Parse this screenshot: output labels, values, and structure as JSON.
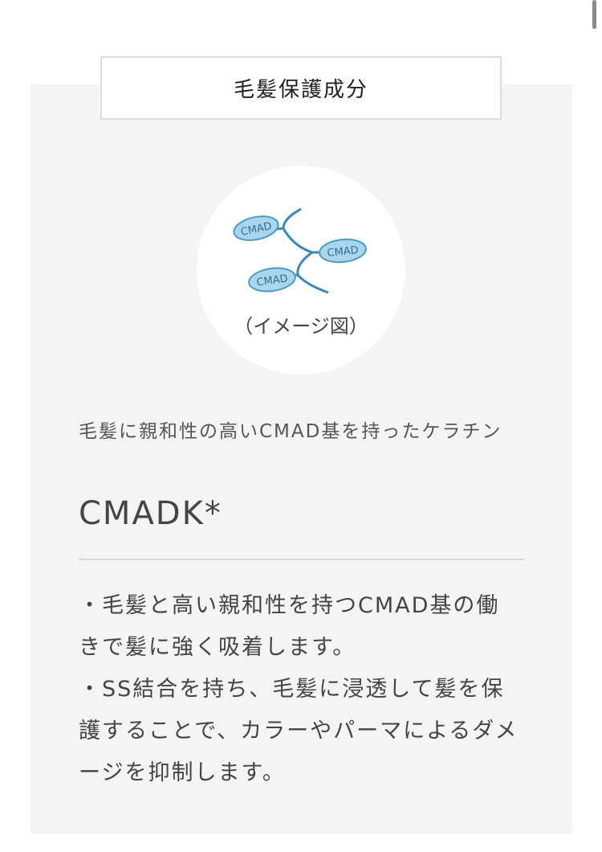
{
  "section": {
    "heading": "毛髪保護成分"
  },
  "illustration": {
    "molecule_labels": [
      "CMAD",
      "CMAD",
      "CMAD"
    ],
    "caption": "（イメージ図）"
  },
  "ingredient": {
    "lead": "毛髪に親和性の高いCMAD基を持ったケラチン",
    "name": "CMADK*"
  },
  "description": {
    "points": [
      "・毛髪と高い親和性を持つCMAD基の働きで髪に強く吸着します。",
      "・SS結合を持ち、毛髪に浸透して髪を保護することで、カラーやパーマによるダメージを抑制します。"
    ]
  },
  "colors": {
    "accent": "#3b8ab5",
    "molecule_fill": "#a9d6ec",
    "card_bg": "#f4f4f4"
  }
}
